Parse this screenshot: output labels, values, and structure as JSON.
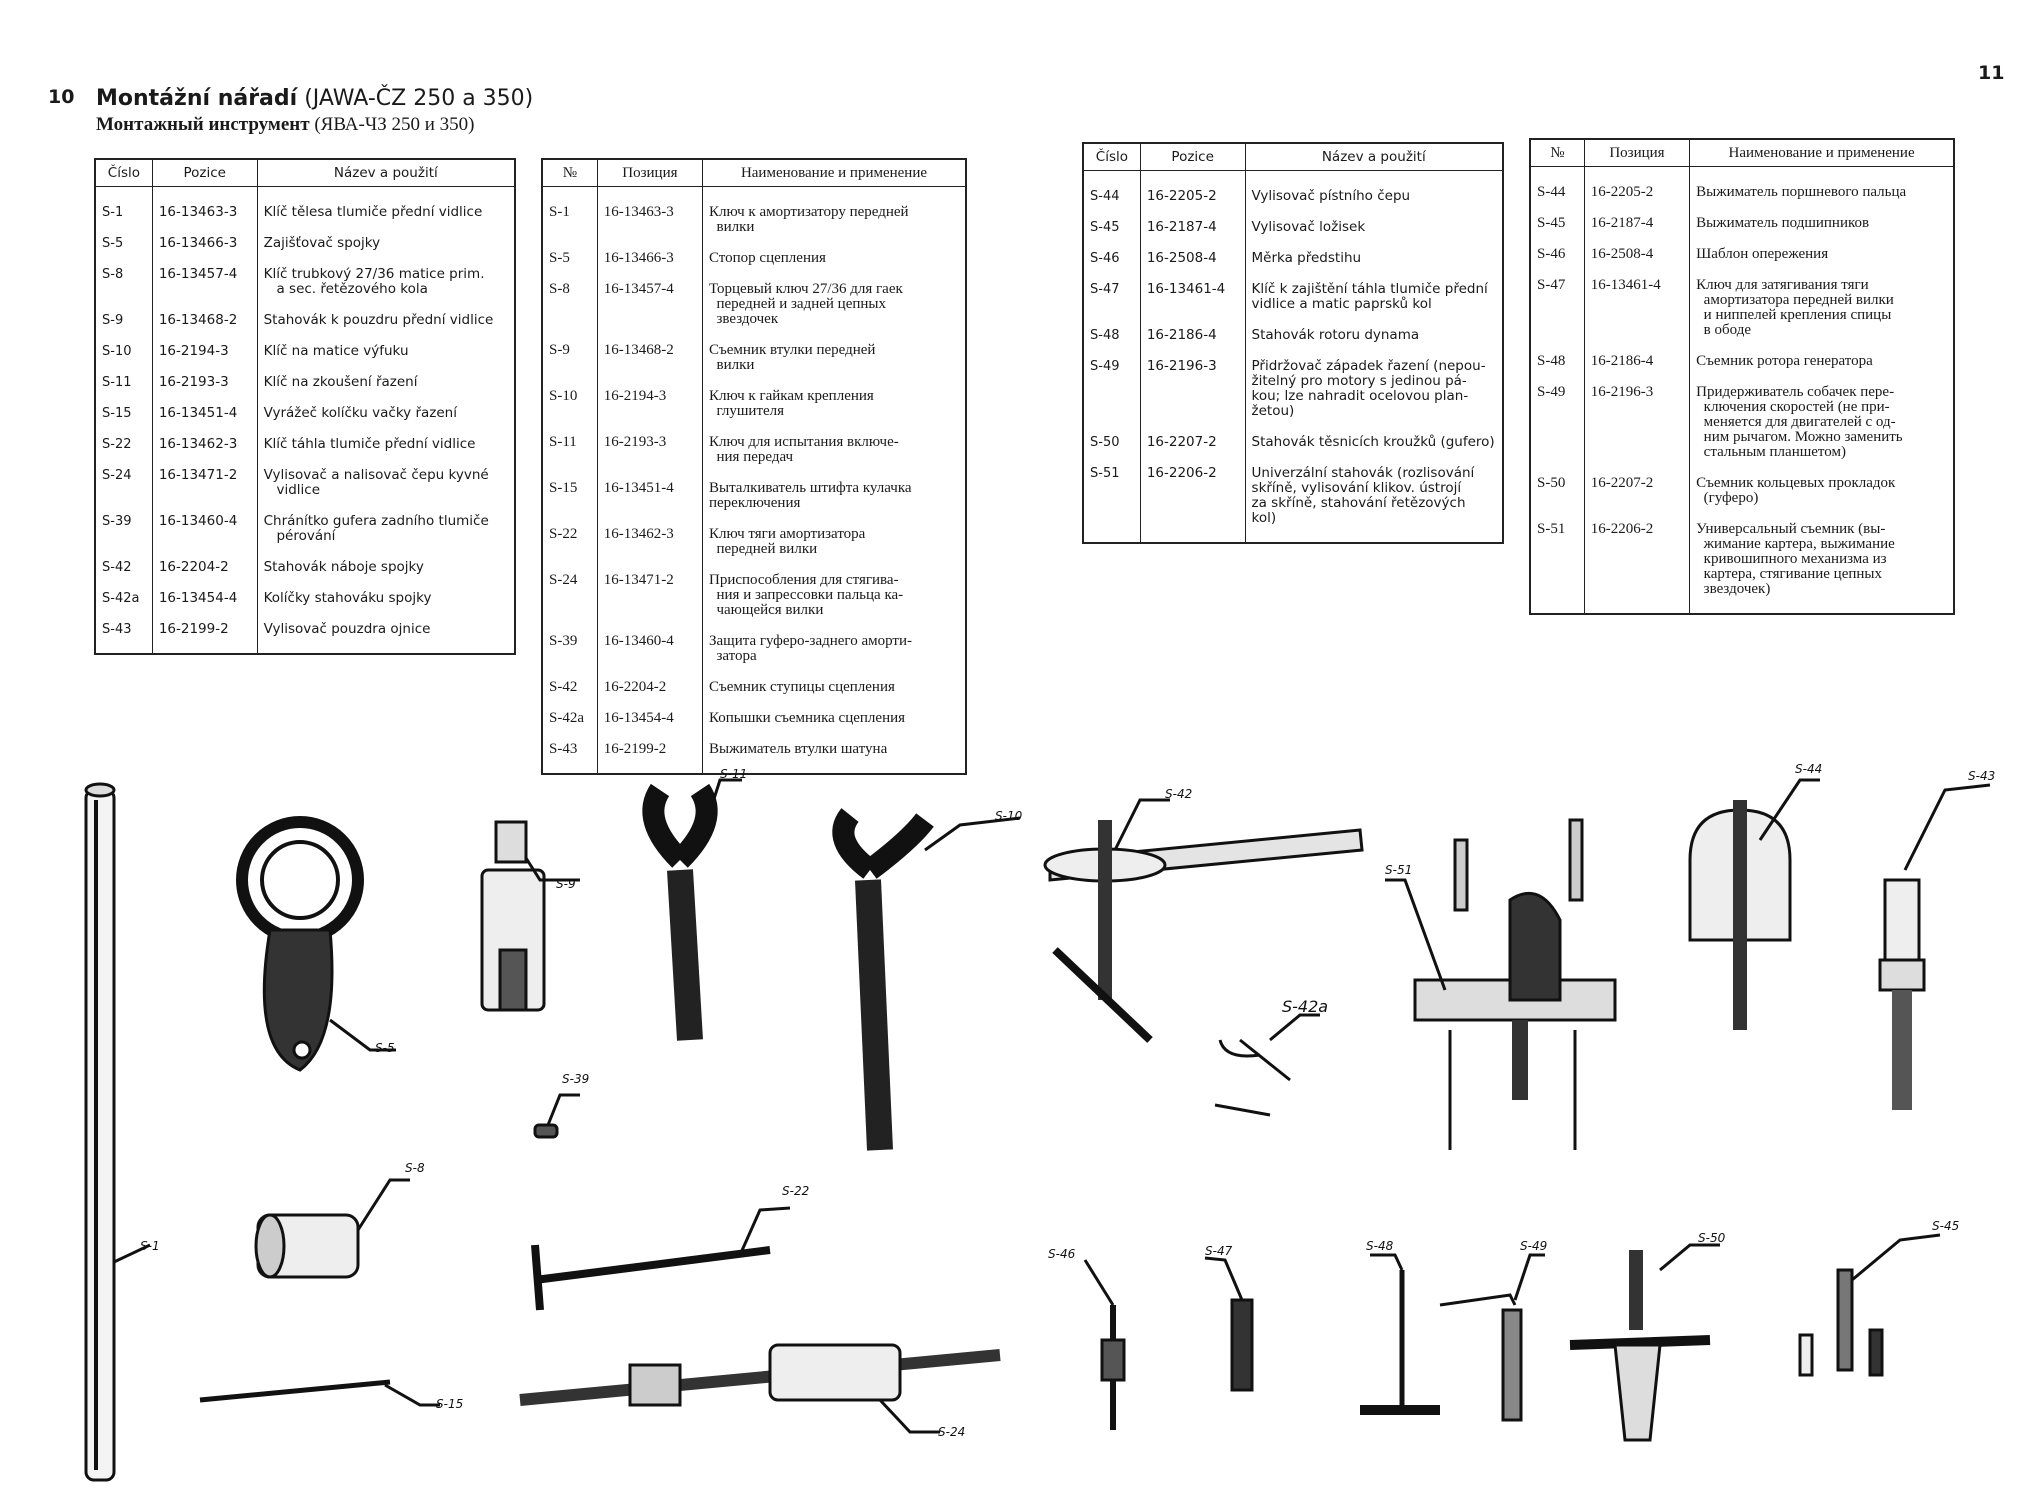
{
  "left_page": {
    "page_number": "10",
    "title_cz_bold": "Montážní nářadí",
    "title_cz_rest": " (JAWA-ČZ 250 a 350)",
    "title_ru_bold": "Монтажный инструмент",
    "title_ru_rest": " (ЯВА-ЧЗ 250 и 350)",
    "table_cz": {
      "headers": [
        "Číslo",
        "Pozice",
        "Název a použití"
      ],
      "rows": [
        [
          "S-1",
          "16-13463-3",
          "Klíč tělesa tlumiče přední vidlice"
        ],
        [
          "S-5",
          "16-13466-3",
          "Zajišťovač spojky"
        ],
        [
          "S-8",
          "16-13457-4",
          "Klíč trubkový 27/36 matice prim.\n   a sec. řetězového kola"
        ],
        [
          "S-9",
          "16-13468-2",
          "Stahovák k pouzdru přední vidlice"
        ],
        [
          "S-10",
          "16-2194-3",
          "Klíč na matice výfuku"
        ],
        [
          "S-11",
          "16-2193-3",
          "Klíč na zkoušení řazení"
        ],
        [
          "S-15",
          "16-13451-4",
          "Vyrážeč kolíčku vačky řazení"
        ],
        [
          "S-22",
          "16-13462-3",
          "Klíč táhla tlumiče přední vidlice"
        ],
        [
          "S-24",
          "16-13471-2",
          "Vylisovač a nalisovač čepu kyvné\n   vidlice"
        ],
        [
          "S-39",
          "16-13460-4",
          "Chránítko gufera zadního tlumiče\n   pérování"
        ],
        [
          "S-42",
          "16-2204-2",
          "Stahovák náboje spojky"
        ],
        [
          "S-42a",
          "16-13454-4",
          "Kolíčky stahováku spojky"
        ],
        [
          "S-43",
          "16-2199-2",
          "Vylisovač pouzdra ojnice"
        ]
      ]
    },
    "table_ru": {
      "headers": [
        "№",
        "Позиция",
        "Наименование и применение"
      ],
      "rows": [
        [
          "S-1",
          "16-13463-3",
          "Ключ к амортизатору передней\n  вилки"
        ],
        [
          "S-5",
          "16-13466-3",
          "Стопор сцепления"
        ],
        [
          "S-8",
          "16-13457-4",
          "Торцевый ключ 27/36 для гаек\n  передней и задней цепных\n  звездочек"
        ],
        [
          "S-9",
          "16-13468-2",
          "Съемник втулки передней\n  вилки"
        ],
        [
          "S-10",
          "16-2194-3",
          "Ключ к гайкам крепления\n  глушителя"
        ],
        [
          "S-11",
          "16-2193-3",
          "Ключ для испытания включе-\n  ния передач"
        ],
        [
          "S-15",
          "16-13451-4",
          "Выталкиватель штифта кулачка\nпереключения"
        ],
        [
          "S-22",
          "16-13462-3",
          "Ключ тяги амортизатора\n  передней вилки"
        ],
        [
          "S-24",
          "16-13471-2",
          "Приспособления для стягива-\n  ния и запрессовки пальца ка-\n  чающейся вилки"
        ],
        [
          "S-39",
          "16-13460-4",
          "Защита гуферо-заднего аморти-\n  затора"
        ],
        [
          "S-42",
          "16-2204-2",
          "Съемник ступицы сцепления"
        ],
        [
          "S-42a",
          "16-13454-4",
          "Копышки съемника сцепления"
        ],
        [
          "S-43",
          "16-2199-2",
          "Выжиматель втулки шатуна"
        ]
      ]
    }
  },
  "right_page": {
    "page_number": "11",
    "table_cz": {
      "headers": [
        "Číslo",
        "Pozice",
        "Název a použití"
      ],
      "rows": [
        [
          "S-44",
          "16-2205-2",
          "Vylisovač pístního čepu"
        ],
        [
          "S-45",
          "16-2187-4",
          "Vylisovač ložisek"
        ],
        [
          "S-46",
          "16-2508-4",
          "Měrka předstihu"
        ],
        [
          "S-47",
          "16-13461-4",
          "Klíč k zajištění táhla tlumiče přední\nvidlice a matic paprsků kol"
        ],
        [
          "S-48",
          "16-2186-4",
          "Stahovák rotoru dynama"
        ],
        [
          "S-49",
          "16-2196-3",
          "Přidržovač západek řazení (nepou-\nžitelný pro motory s jedinou pá-\nkou; lze nahradit ocelovou plan-\nžetou)"
        ],
        [
          "S-50",
          "16-2207-2",
          "Stahovák těsnicích kroužků (gufero)"
        ],
        [
          "S-51",
          "16-2206-2",
          "Univerzální stahovák (rozlisování\nskříně, vylisování klikov. ústrojí\nza skříně, stahování řetězových\nkol)"
        ]
      ]
    },
    "table_ru": {
      "headers": [
        "№",
        "Позиция",
        "Наименование и применение"
      ],
      "rows": [
        [
          "S-44",
          "16-2205-2",
          "Выжиматель поршневого пальца"
        ],
        [
          "S-45",
          "16-2187-4",
          "Выжиматель подшипников"
        ],
        [
          "S-46",
          "16-2508-4",
          "Шаблон опережения"
        ],
        [
          "S-47",
          "16-13461-4",
          "Ключ для затягивания тяги\n  амортизатора передней вилки\n  и ниппелей крепления спицы\n  в ободе"
        ],
        [
          "S-48",
          "16-2186-4",
          "Съемник ротора генератора"
        ],
        [
          "S-49",
          "16-2196-3",
          "Придерживатель собачек пере-\n  ключения скоростей (не при-\n  меняется для двигателей с од-\n  ним рычагом. Можно заменить\n  стальным планшетом)"
        ],
        [
          "S-50",
          "16-2207-2",
          "Съемник кольцевых прокладок\n  (гуферо)"
        ],
        [
          "S-51",
          "16-2206-2",
          "Универсальный съемник (вы-\n  жимание картера, выжимание\n  кривошипного механизма из\n  картера, стягивание цепных\n  звездочек)"
        ]
      ]
    }
  },
  "figure_labels": {
    "s1": "S-1",
    "s5": "S-5",
    "s8": "S-8",
    "s9": "S-9",
    "s10": "S-10",
    "s11": "S-11",
    "s15": "S-15",
    "s22": "S-22",
    "s24": "S-24",
    "s39": "S-39",
    "s42": "S-42",
    "s42a": "S-42a",
    "s43": "S-43",
    "s44": "S-44",
    "s45": "S-45",
    "s46": "S-46",
    "s47": "S-47",
    "s48": "S-48",
    "s49": "S-49",
    "s50": "S-50",
    "s51": "S-51"
  }
}
